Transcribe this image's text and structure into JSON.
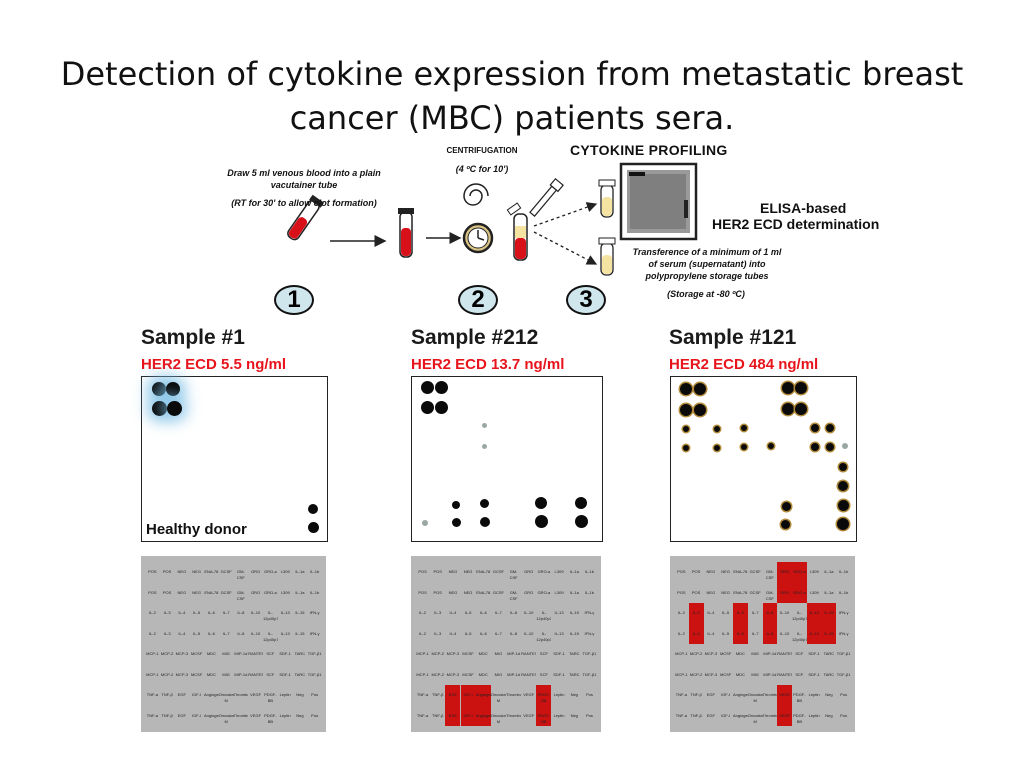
{
  "slide": {
    "title": "Detection of cytokine expression from metastatic breast cancer (MBC) patients sera."
  },
  "workflow": {
    "draw_text": "Draw 5 ml venous blood into a plain vacutainer tube",
    "rt_text": "(RT for 30' to allow clot formation)",
    "centrifugation": "CENTRIFUGATION",
    "centrifugation_cond": "(4 ºC for 10')",
    "cytokine_profiling": "CYTOKINE PROFILING",
    "elisa_line1": "ELISA-based",
    "elisa_line2": "HER2 ECD determination",
    "transfer_text": "Transference of a minimum of 1 ml of serum (supernatant) into polypropylene storage tubes",
    "storage_text": "(Storage at -80 ºC)",
    "step1": "1",
    "step2": "2",
    "step3": "3"
  },
  "samples": [
    {
      "name": "Sample #1",
      "her2": "HER2 ECD 5.5 ng/ml",
      "note": "Healthy donor"
    },
    {
      "name": "Sample #212",
      "her2": "HER2 ECD 13.7 ng/ml"
    },
    {
      "name": "Sample #121",
      "her2": "HER2 ECD 484 ng/ml"
    }
  ],
  "array_map": {
    "rows": [
      [
        "POS",
        "POS",
        "NEG",
        "NEG",
        "ENA-78",
        "GCSF",
        "GM-CSF",
        "GRO",
        "GRO-a",
        "I-309",
        "IL-1a",
        "IL-1b"
      ],
      [
        "POS",
        "POS",
        "NEG",
        "NEG",
        "ENA-78",
        "GCSF",
        "GM-CSF",
        "GRO",
        "GRO-a",
        "I-309",
        "IL-1a",
        "IL-1b"
      ],
      [
        "IL-2",
        "IL-3",
        "IL-4",
        "IL-5",
        "IL-6",
        "IL-7",
        "IL-8",
        "IL-10",
        "IL-12p40p70",
        "IL-13",
        "IL-15",
        "IFN-γ"
      ],
      [
        "IL-2",
        "IL-3",
        "IL-4",
        "IL-5",
        "IL-6",
        "IL-7",
        "IL-8",
        "IL-10",
        "IL-12p40p70",
        "IL-13",
        "IL-15",
        "IFN-γ"
      ],
      [
        "MCP-1",
        "MCP-2",
        "MCP-3",
        "MCSF",
        "MDC",
        "MIG",
        "MIP-1d",
        "RANTES",
        "SCF",
        "SDF-1",
        "TARC",
        "TGF-β1"
      ],
      [
        "MCP-1",
        "MCP-2",
        "MCP-3",
        "MCSF",
        "MDC",
        "MIG",
        "MIP-1d",
        "RANTES",
        "SCF",
        "SDF-1",
        "TARC",
        "TGF-β1"
      ],
      [
        "TNF-a",
        "TNF-β",
        "EGF",
        "IGF-I",
        "Angiogenin",
        "Oncostatin M",
        "Thrombopoietin",
        "VEGF",
        "PDGF-BB",
        "Leptin",
        "Neg",
        "Pos"
      ],
      [
        "TNF-a",
        "TNF-β",
        "EGF",
        "IGF-I",
        "Angiogenin",
        "Oncostatin M",
        "Thrombopoietin",
        "VEGF",
        "PDGF-BB",
        "Leptin",
        "Neg",
        "Pos"
      ]
    ]
  }
}
